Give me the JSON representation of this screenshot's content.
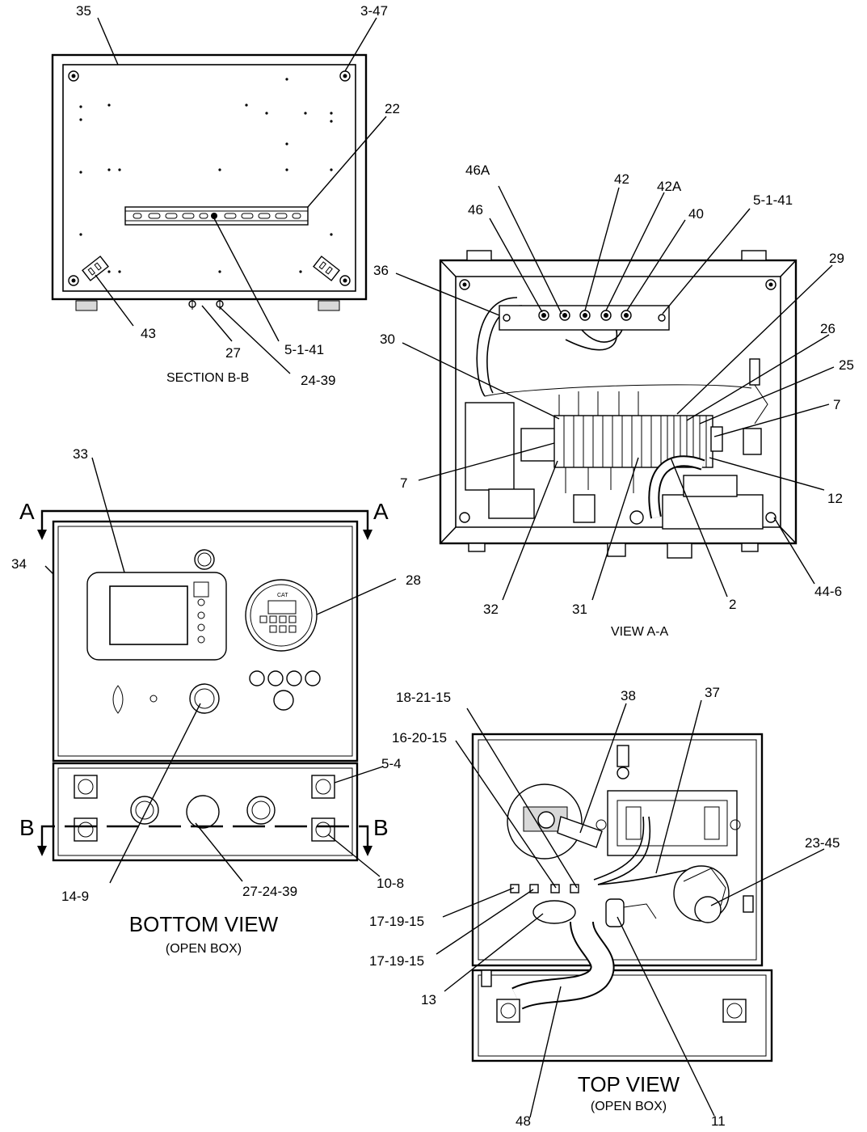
{
  "views": {
    "section_bb": {
      "title": "SECTION B-B"
    },
    "view_aa": {
      "title": "VIEW A-A"
    },
    "bottom_view": {
      "title": "BOTTOM VIEW",
      "subtitle": "(OPEN BOX)",
      "section_a_left": "A",
      "section_a_right": "A",
      "section_b_left": "B",
      "section_b_right": "B"
    },
    "top_view": {
      "title": "TOP VIEW",
      "subtitle": "(OPEN BOX)"
    }
  },
  "callouts": {
    "sb_35": "35",
    "sb_3_47": "3-47",
    "sb_22": "22",
    "sb_43": "43",
    "sb_27": "27",
    "sb_5_1_41": "5-1-41",
    "sb_24_39": "24-39",
    "va_46A": "46A",
    "va_46": "46",
    "va_42": "42",
    "va_42A": "42A",
    "va_40": "40",
    "va_5_1_41": "5-1-41",
    "va_36": "36",
    "va_29": "29",
    "va_26": "26",
    "va_25": "25",
    "va_30": "30",
    "va_7r": "7",
    "va_7l": "7",
    "va_12": "12",
    "va_32": "32",
    "va_31": "31",
    "va_2": "2",
    "va_44_6": "44-6",
    "bv_33": "33",
    "bv_34": "34",
    "bv_28": "28",
    "bv_5_4": "5-4",
    "bv_14_9": "14-9",
    "bv_27_24_39": "27-24-39",
    "bv_10_8": "10-8",
    "tv_18_21_15": "18-21-15",
    "tv_38": "38",
    "tv_37": "37",
    "tv_16_20_15": "16-20-15",
    "tv_23_45": "23-45",
    "tv_17_19_15a": "17-19-15",
    "tv_17_19_15b": "17-19-15",
    "tv_13": "13",
    "tv_48": "48",
    "tv_11": "11"
  },
  "controller": {
    "logo": "CAT"
  }
}
